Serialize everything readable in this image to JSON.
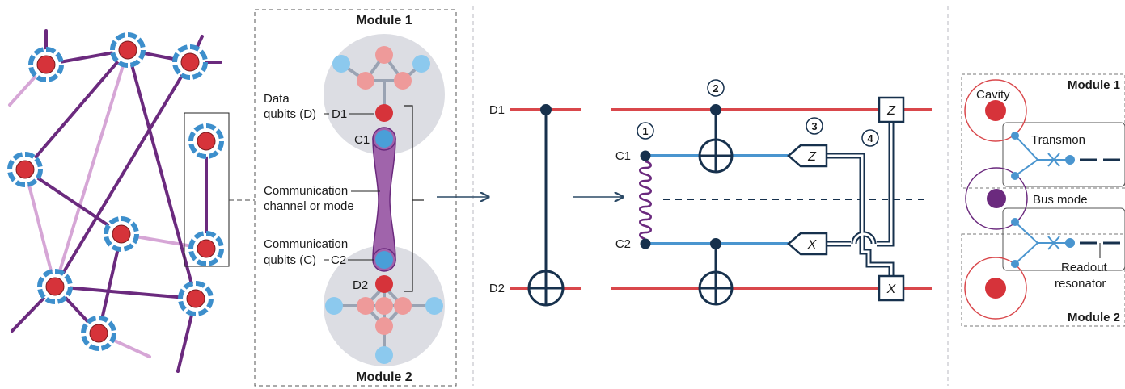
{
  "panel2": {
    "module1_label": "Module 1",
    "module2_label": "Module 2",
    "data_qubits_line1": "Data",
    "data_qubits_line2": "qubits (D)",
    "d1": "D1",
    "c1": "C1",
    "channel_line1": "Communication",
    "channel_line2": "channel or mode",
    "comm_qubits_line1": "Communication",
    "comm_qubits_line2": "qubits (C)",
    "c2": "C2",
    "d2": "D2"
  },
  "panel3": {
    "d1": "D1",
    "d2": "D2"
  },
  "panel4": {
    "c1": "C1",
    "c2": "C2",
    "step1": "1",
    "step2": "2",
    "step3": "3",
    "step4": "4",
    "meas_z": "Z",
    "meas_x": "X",
    "corr_z": "Z",
    "corr_x": "X"
  },
  "panel5": {
    "cavity": "Cavity",
    "module1_label": "Module 1",
    "transmon": "Transmon",
    "bus_mode": "Bus mode",
    "readout_line1": "Readout",
    "readout_line2": "resonator",
    "module2_label": "Module 2"
  },
  "colors": {
    "qubit_red": "#d6333a",
    "qubit_blue": "#4a9fd8",
    "ring_blue": "#3d8fcc",
    "network_purple": "#6b2a7e",
    "network_light": "#d6a6d6",
    "wire_red": "#d9474b",
    "wire_blue": "#4a95cf",
    "gate_navy": "#17314d",
    "module_grey": "#dcdde3",
    "pink_node": "#ee9a9a",
    "light_blue_node": "#8cc9ee",
    "channel_purple": "#a064ab"
  }
}
